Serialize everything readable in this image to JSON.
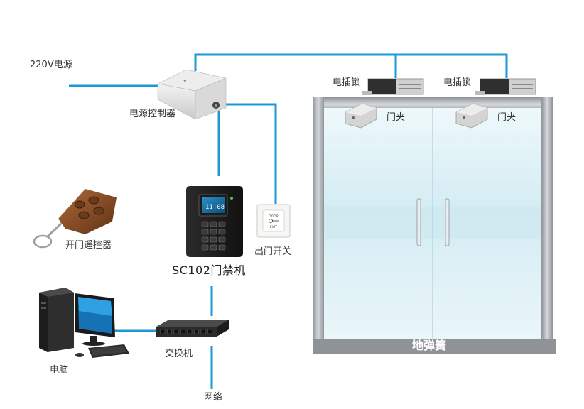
{
  "labels": {
    "power_source": "220V电源",
    "power_controller": "电源控制器",
    "remote": "开门遥控器",
    "access_controller": "SC102门禁机",
    "exit_button": "出门开关",
    "computer": "电脑",
    "switch": "交换机",
    "network": "网络",
    "lock_left": "电插锁",
    "lock_right": "电插锁",
    "clamp_left": "门夹",
    "clamp_right": "门夹",
    "floor_spring": "地弹簧"
  },
  "device_text": {
    "lcd_time": "11:08",
    "exit_button_line1": "DOOR",
    "exit_button_line2": "EXIT"
  },
  "colors": {
    "wire": "#1b9ad6",
    "door_frame": "#a8acb0",
    "floor_bar": "#8f9296",
    "glass": "#d7eef4"
  }
}
